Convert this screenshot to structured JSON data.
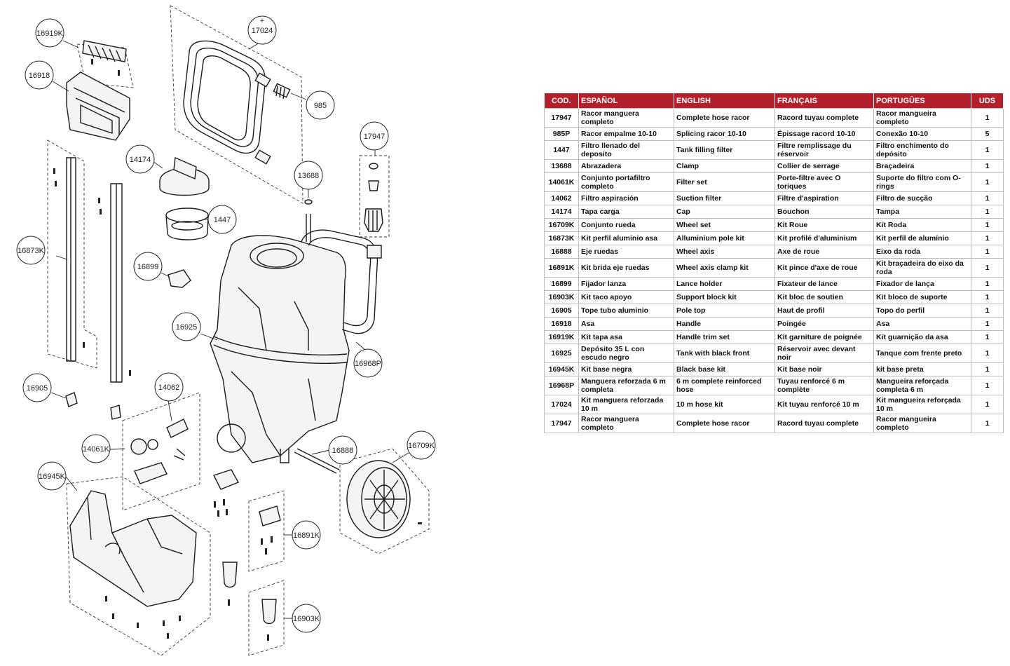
{
  "diagram": {
    "callouts": [
      {
        "id": "c-16919K",
        "label": "16919K"
      },
      {
        "id": "c-16918",
        "label": "16918"
      },
      {
        "id": "c-17024",
        "label": "17024"
      },
      {
        "id": "c-17024-plus",
        "label": "+"
      },
      {
        "id": "c-985",
        "label": "985"
      },
      {
        "id": "c-17947",
        "label": "17947"
      },
      {
        "id": "c-14174",
        "label": "14174"
      },
      {
        "id": "c-13688",
        "label": "13688"
      },
      {
        "id": "c-1447",
        "label": "1447"
      },
      {
        "id": "c-16873K",
        "label": "16873K"
      },
      {
        "id": "c-16899",
        "label": "16899"
      },
      {
        "id": "c-16925",
        "label": "16925"
      },
      {
        "id": "c-16968P",
        "label": "16968P"
      },
      {
        "id": "c-16905",
        "label": "16905"
      },
      {
        "id": "c-14062",
        "label": "14062"
      },
      {
        "id": "c-14061K",
        "label": "14061K"
      },
      {
        "id": "c-16888",
        "label": "16888"
      },
      {
        "id": "c-16709K",
        "label": "16709K"
      },
      {
        "id": "c-16945K",
        "label": "16945K"
      },
      {
        "id": "c-16891K",
        "label": "16891K"
      },
      {
        "id": "c-16903K",
        "label": "16903K"
      }
    ]
  },
  "table": {
    "headers": {
      "code": "COD.",
      "es": "ESPAÑOL",
      "en": "ENGLISH",
      "fr": "FRANÇAIS",
      "pt": "PORTUGÛES",
      "uds": "UDS"
    },
    "rows": [
      {
        "code": "17947",
        "es": "Racor manguera completo",
        "en": "Complete hose racor",
        "fr": "Racord tuyau complete",
        "pt": "Racor mangueira completo",
        "uds": "1"
      },
      {
        "code": "985P",
        "es": "Racor empalme 10-10",
        "en": "Splicing racor 10-10",
        "fr": "Épissage racord 10-10",
        "pt": "Conexão 10-10",
        "uds": "5"
      },
      {
        "code": "1447",
        "es": "Filtro llenado del deposito",
        "en": "Tank filling filter",
        "fr": "Filtre remplissage du réservoir",
        "pt": "Filtro enchimento do depósito",
        "uds": "1"
      },
      {
        "code": "13688",
        "es": "Abrazadera",
        "en": "Clamp",
        "fr": "Collier de serrage",
        "pt": "Braçadeira",
        "uds": "1"
      },
      {
        "code": "14061K",
        "es": "Conjunto portafiltro completo",
        "en": "Filter set",
        "fr": "Porte-filtre avec O toriques",
        "pt": "Suporte do filtro com O-rings",
        "uds": "1"
      },
      {
        "code": "14062",
        "es": "Filtro aspiración",
        "en": "Suction filter",
        "fr": "Filtre d'aspiration",
        "pt": "Filtro de sucção",
        "uds": "1"
      },
      {
        "code": "14174",
        "es": "Tapa carga",
        "en": "Cap",
        "fr": "Bouchon",
        "pt": "Tampa",
        "uds": "1"
      },
      {
        "code": "16709K",
        "es": "Conjunto rueda",
        "en": "Wheel set",
        "fr": "Kit Roue",
        "pt": "Kit Roda",
        "uds": "1"
      },
      {
        "code": "16873K",
        "es": "Kit perfil aluminio asa",
        "en": "Alluminium pole kit",
        "fr": "Kit profilé d'aluminium",
        "pt": "Kit perfil de alumínio",
        "uds": "1"
      },
      {
        "code": "16888",
        "es": "Eje ruedas",
        "en": "Wheel axis",
        "fr": "Axe de roue",
        "pt": "Eixo da roda",
        "uds": "1"
      },
      {
        "code": "16891K",
        "es": "Kit brida eje ruedas",
        "en": "Wheel axis clamp kit",
        "fr": "Kit pince d'axe de roue",
        "pt": "Kit braçadeira do eixo da roda",
        "uds": "1"
      },
      {
        "code": "16899",
        "es": "Fijador lanza",
        "en": "Lance holder",
        "fr": "Fixateur de lance",
        "pt": "Fixador de lança",
        "uds": "1"
      },
      {
        "code": "16903K",
        "es": "Kit taco apoyo",
        "en": "Support block kit",
        "fr": "Kit bloc de soutien",
        "pt": "Kit bloco de suporte",
        "uds": "1"
      },
      {
        "code": "16905",
        "es": "Tope tubo aluminio",
        "en": "Pole top",
        "fr": "Haut de profil",
        "pt": "Topo do perfil",
        "uds": "1"
      },
      {
        "code": "16918",
        "es": "Asa",
        "en": "Handle",
        "fr": "Poingée",
        "pt": "Asa",
        "uds": "1"
      },
      {
        "code": "16919K",
        "es": "Kit tapa asa",
        "en": "Handle trim set",
        "fr": "Kit garniture de poignée",
        "pt": "Kit guarnição da asa",
        "uds": "1"
      },
      {
        "code": "16925",
        "es": "Depósito 35 L con escudo negro",
        "en": "Tank with black front",
        "fr": "Réservoir avec devant noir",
        "pt": "Tanque com frente preto",
        "uds": "1"
      },
      {
        "code": "16945K",
        "es": "Kit base negra",
        "en": "Black base kit",
        "fr": "Kit base noir",
        "pt": "kit base preta",
        "uds": "1"
      },
      {
        "code": "16968P",
        "es": "Manguera reforzada 6 m completa",
        "en": "6 m complete reinforced hose",
        "fr": "Tuyau renforcé 6 m complète",
        "pt": "Mangueira reforçada completa 6 m",
        "uds": "1"
      },
      {
        "code": "17024",
        "es": "Kit manguera reforzada 10 m",
        "en": "10 m hose kit",
        "fr": "Kit tuyau renforcé 10 m",
        "pt": "Kit mangueira reforçada 10 m",
        "uds": "1"
      },
      {
        "code": "17947",
        "es": "Racor manguera completo",
        "en": "Complete hose racor",
        "fr": "Racord tuyau complete",
        "pt": "Racor mangueira completo",
        "uds": "1"
      }
    ]
  }
}
